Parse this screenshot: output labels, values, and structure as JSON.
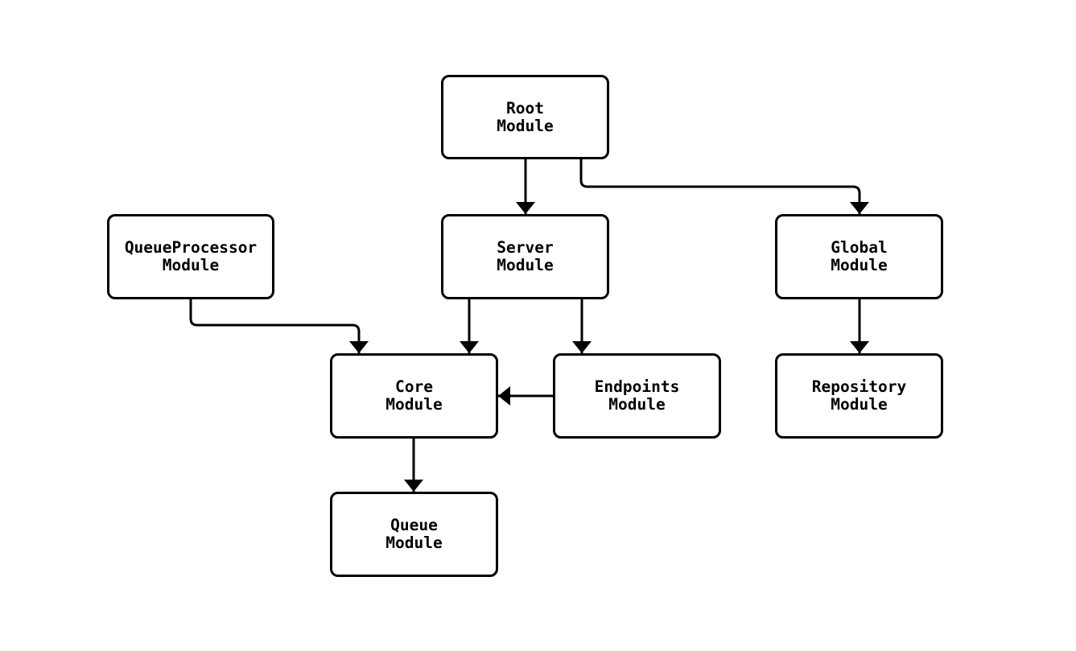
{
  "page": {
    "background": "#ffffff"
  },
  "diagram": {
    "kind": "module-dependency-flowchart",
    "colors": {
      "node_fill": "#ffffff",
      "node_border": "#000000",
      "edge": "#000000",
      "text": "#000000"
    },
    "nodes": [
      {
        "id": "root",
        "lines": [
          "Root",
          "Module"
        ]
      },
      {
        "id": "queueprocessor",
        "lines": [
          "QueueProcessor",
          "Module"
        ]
      },
      {
        "id": "server",
        "lines": [
          "Server",
          "Module"
        ]
      },
      {
        "id": "global",
        "lines": [
          "Global",
          "Module"
        ]
      },
      {
        "id": "core",
        "lines": [
          "Core",
          "Module"
        ]
      },
      {
        "id": "endpoints",
        "lines": [
          "Endpoints",
          "Module"
        ]
      },
      {
        "id": "repository",
        "lines": [
          "Repository",
          "Module"
        ]
      },
      {
        "id": "queue",
        "lines": [
          "Queue",
          "Module"
        ]
      }
    ],
    "edges": [
      {
        "from": "root",
        "to": "server"
      },
      {
        "from": "root",
        "to": "global"
      },
      {
        "from": "queueprocessor",
        "to": "core"
      },
      {
        "from": "server",
        "to": "core"
      },
      {
        "from": "server",
        "to": "endpoints"
      },
      {
        "from": "endpoints",
        "to": "core"
      },
      {
        "from": "global",
        "to": "repository"
      },
      {
        "from": "core",
        "to": "queue"
      }
    ]
  }
}
